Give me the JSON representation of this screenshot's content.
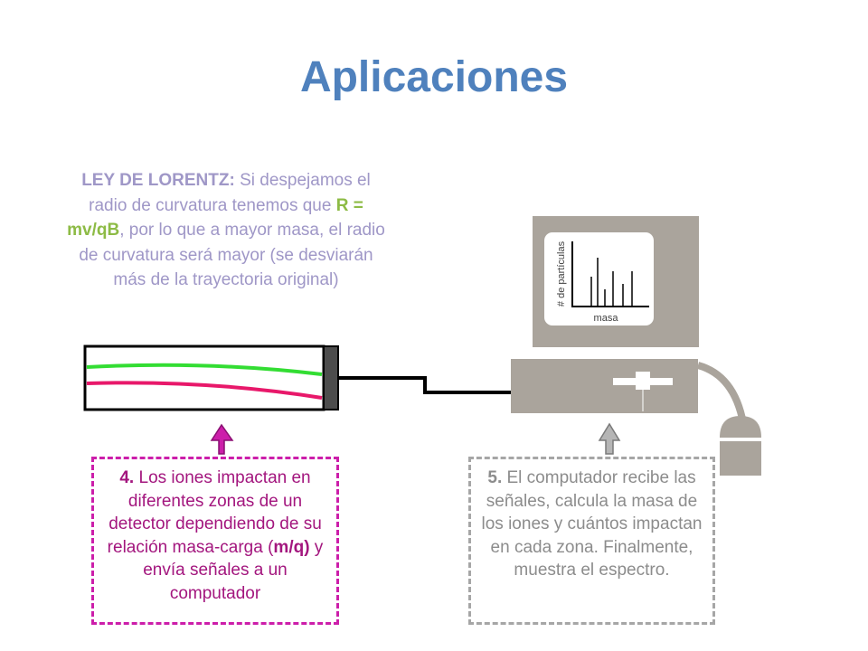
{
  "title": "Aplicaciones",
  "lorentz": {
    "label": "LEY DE LORENTZ:",
    "text_1": " Si despejamos el radio de curvatura tenemos que ",
    "equation": "R = mv/qB",
    "text_2": ", por lo que a mayor masa, el radio de curvatura será mayor (se desviarán más de la trayectoria original)"
  },
  "step4": {
    "number": "4.",
    "text_1": " Los iones impactan en diferentes zonas de un detector dependiendo de su relación masa-carga (",
    "emphasis": "m/q)",
    "text_2": " y envía señales a un computador"
  },
  "step5": {
    "number": "5.",
    "text": " El computador recibe las señales, calcula la masa de los iones y cuántos impactan en cada zona. Finalmente, muestra el espectro."
  },
  "spectrum": {
    "y_label": "# de partículas",
    "x_label": "masa"
  },
  "colors": {
    "title": "#4f81bd",
    "lorentz_text": "#9f97c7",
    "equation": "#8dbb45",
    "step4": "#a3167e",
    "step4_border": "#cc1eaa",
    "step5": "#8c8c8c",
    "green_beam": "#33dd33",
    "pink_beam": "#e8186a",
    "computer": "#aaa49c"
  }
}
